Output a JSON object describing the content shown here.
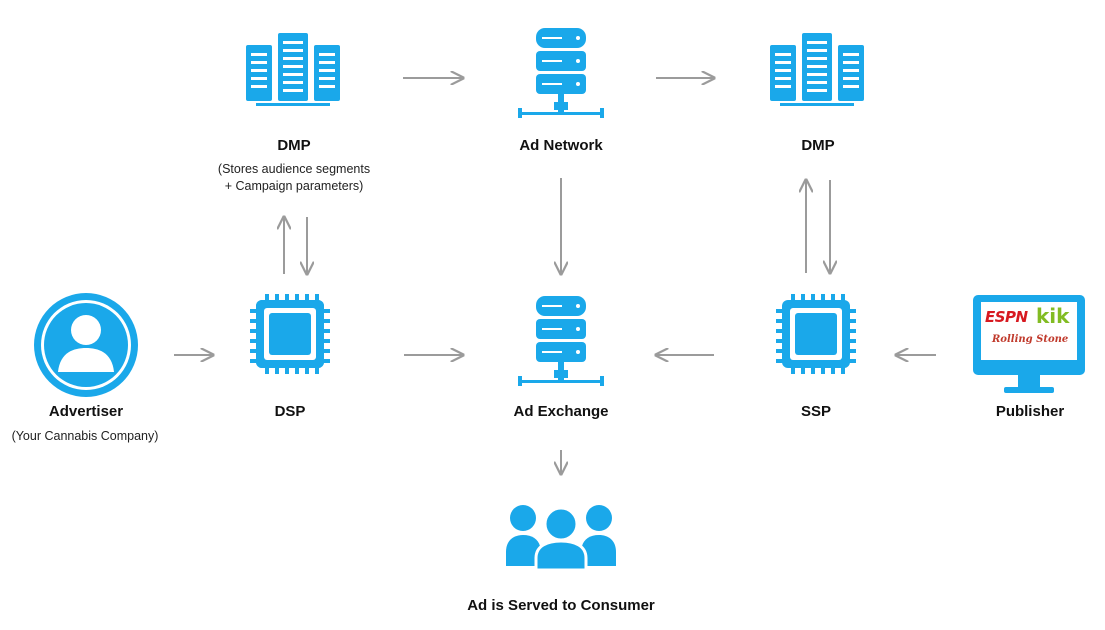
{
  "colors": {
    "accent": "#1aa8ea",
    "arrow": "#9b9b9b"
  },
  "nodes": {
    "dmp_left": {
      "title": "DMP",
      "subtitle_1": "(Stores audience segments",
      "subtitle_2": "+ Campaign parameters)",
      "icon": "server-rack-icon"
    },
    "ad_network": {
      "title": "Ad Network",
      "icon": "database-server-icon"
    },
    "dmp_right": {
      "title": "DMP",
      "icon": "server-rack-icon"
    },
    "advertiser": {
      "title": "Advertiser",
      "subtitle": "(Your Cannabis Company)",
      "icon": "user-avatar-icon"
    },
    "dsp": {
      "title": "DSP",
      "icon": "cpu-chip-icon"
    },
    "ad_exchange": {
      "title": "Ad Exchange",
      "icon": "database-server-icon"
    },
    "ssp": {
      "title": "SSP",
      "icon": "cpu-chip-icon"
    },
    "publisher": {
      "title": "Publisher",
      "icon": "monitor-icon",
      "logos": [
        "ESPN",
        "kik",
        "Rolling Stone"
      ]
    },
    "consumer": {
      "title": "Ad is Served to Consumer",
      "icon": "user-group-icon"
    }
  }
}
